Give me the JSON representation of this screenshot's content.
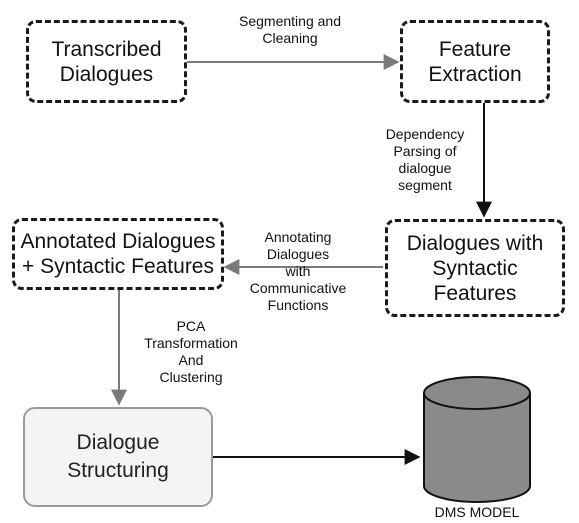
{
  "nodes": {
    "transcribed": "Transcribed\nDialogues",
    "feature_extraction": "Feature\nExtraction",
    "syntactic_dialogues": "Dialogues with\nSyntactic\nFeatures",
    "annotated": "Annotated Dialogues\n+ Syntactic Features",
    "structuring": "Dialogue\nStructuring",
    "db_caption": "DMS MODEL"
  },
  "edges": {
    "segmenting": "Segmenting and\nCleaning",
    "dependency": "Dependency\nParsing of\ndialogue\nsegment",
    "annotating": "Annotating\nDialogues\nwith\nCommunicative\nFunctions",
    "pca": "PCA\nTransformation\nAnd\nClustering"
  },
  "colors": {
    "dashed_border": "#1a1a1a",
    "gray_arrow": "#7a7a7a",
    "black_arrow": "#111111",
    "structuring_fill": "#f4f4f4",
    "structuring_border": "#9a9a9a",
    "cylinder_fill": "#8a8a8a"
  }
}
